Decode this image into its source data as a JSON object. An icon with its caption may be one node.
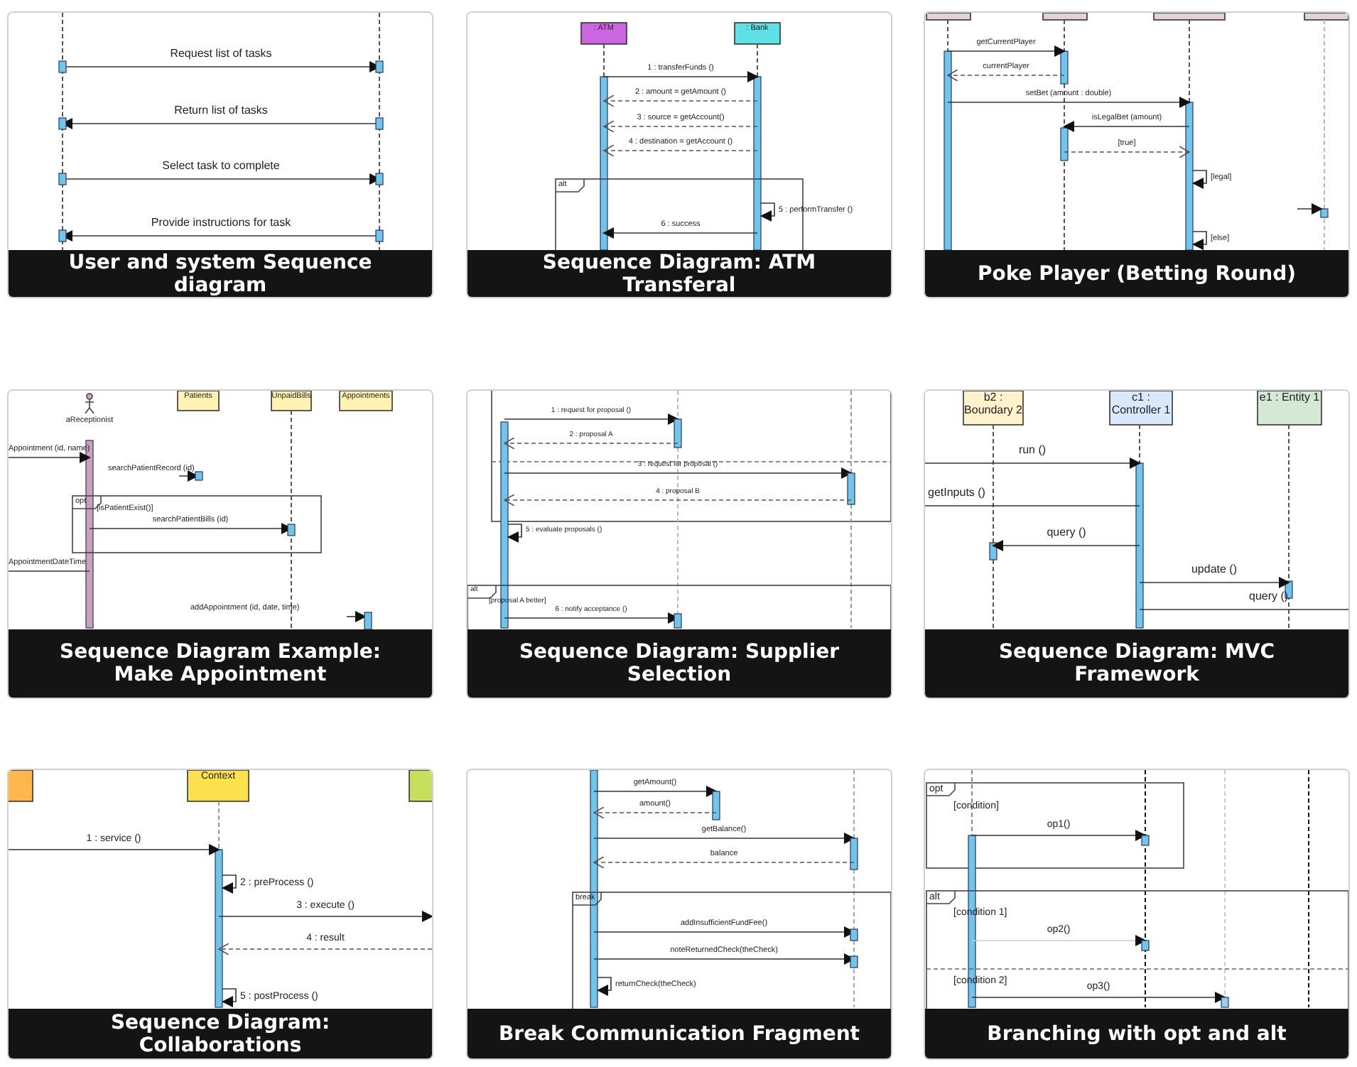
{
  "diagram": {
    "nodes": [
      {
        "text": [
          "User and system Sequence diagram"
        ]
      },
      {
        "text": [
          "Sequence Diagram: ATM Transferal"
        ]
      },
      {
        "text": [
          "Poke Player (Betting Round)"
        ]
      },
      {
        "text": [
          "Sequence Diagram Example: Make Appointment"
        ]
      },
      {
        "text": [
          "Sequence Diagram: Supplier Selection"
        ]
      },
      {
        "text": [
          "Sequence Diagram: MVC Framework"
        ]
      },
      {
        "text": [
          "Sequence Diagram: Collaborations"
        ]
      },
      {
        "text": [
          "Break Communication Fragment"
        ]
      },
      {
        "text": [
          "Branching with opt and alt"
        ]
      }
    ],
    "labels": [
      "Request list of tasks",
      "Return list of tasks",
      "Select task to complete",
      "Provide instructions for task",
      ": ATM",
      ": Bank",
      "1 : transferFunds ()",
      "2 : amount = getAmount ()",
      "3 : source = getAccount()",
      "4 : destination = getAccount ()",
      "alt",
      "5 : performTransfer ()",
      "6 : success",
      "getCurrentPlayer",
      "currentPlayer",
      "setBet (amount : double)",
      "isLegalBet (amount)",
      "[true]",
      "[legal]",
      "[else]",
      "aReceptionist",
      "Patients",
      "UnpaidBills",
      "Appointments",
      "Appointment (id, name)",
      "searchPatientRecord (id)",
      "opt",
      "[isPatientExist()]",
      "searchPatientBills (id)",
      "AppointmentDateTime",
      "addAppointment (id, date, time)",
      "1 : request for proposal ()",
      "2 : proposal A",
      "3 : request for proposal ()",
      "4 : proposal B",
      "5 : evaluate proposals ()",
      "alt",
      "[proposal A better]",
      "6 : notify acceptance ()",
      "b2 : Boundary 2",
      "c1 : Controller 1",
      "e1 : Entity 1",
      "run ()",
      "getInputs ()",
      "query ()",
      "update ()",
      "query ()",
      "Context",
      "1 : service ()",
      "2 : preProcess ()",
      "3 : execute ()",
      "4 : result",
      "5 : postProcess ()",
      "getAmount()",
      "amount()",
      "getBalance()",
      "balance",
      "break",
      "addInsufficientFundFee()",
      "noteReturnedCheck(theCheck)",
      "returnCheck(theCheck)",
      "opt",
      "[condition]",
      "op1()",
      "alt",
      "[condition 1]",
      "op2()",
      "[condition 2]",
      "op3()"
    ]
  }
}
